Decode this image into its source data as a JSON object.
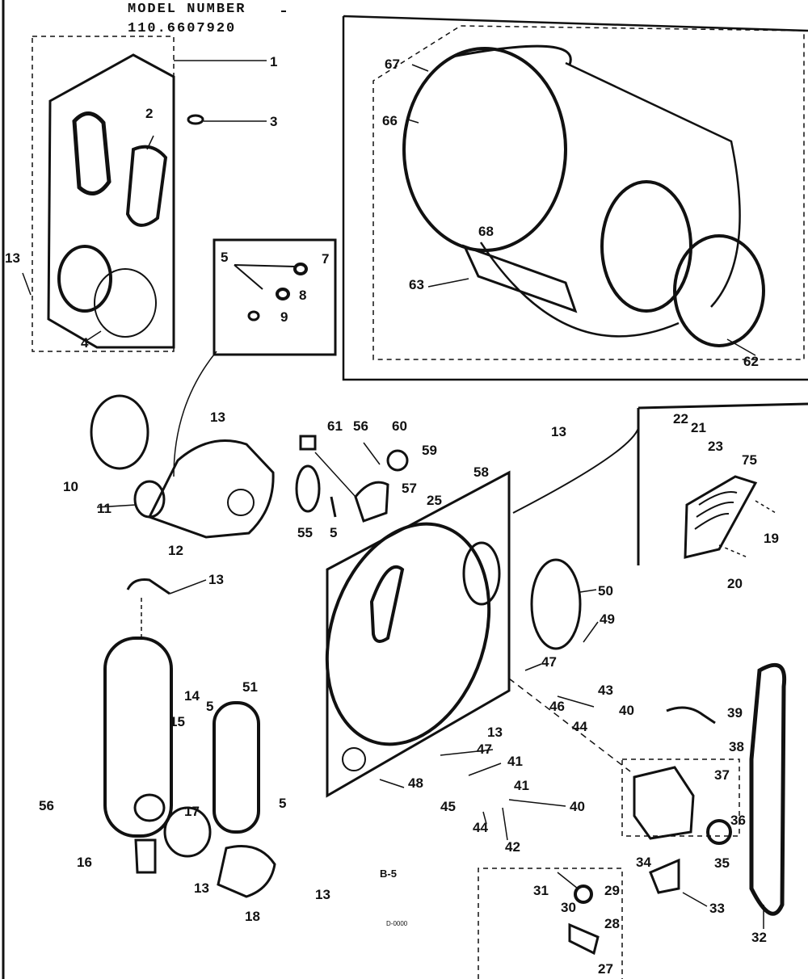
{
  "header": {
    "model_label": "MODEL NUMBER",
    "model_number": "110.6607920"
  },
  "diagram": {
    "page_code": "B-5",
    "drawing_code": "D-0000",
    "callouts": {
      "c1": "1",
      "c2": "2",
      "c3": "3",
      "c4": "4",
      "c13a": "13",
      "c5a": "5",
      "c7": "7",
      "c8": "8",
      "c9": "9",
      "c67": "67",
      "c66": "66",
      "c68": "68",
      "c63": "63",
      "c62": "62",
      "c10": "10",
      "c11": "11",
      "c12": "12",
      "c13b": "13",
      "c13c": "13",
      "c61": "61",
      "c56a": "56",
      "c60": "60",
      "c59": "59",
      "c58": "58",
      "c57": "57",
      "c25": "25",
      "c55": "55",
      "c5b": "5",
      "c13d": "13",
      "c22": "22",
      "c21": "21",
      "c23": "23",
      "c75": "75",
      "c19": "19",
      "c20": "20",
      "c50": "50",
      "c49": "49",
      "c47a": "47",
      "c46": "46",
      "c43": "43",
      "c44a": "44",
      "c40a": "40",
      "c13e": "13",
      "c47b": "47",
      "c41a": "41",
      "c45": "45",
      "c41b": "41",
      "c40b": "40",
      "c44b": "44",
      "c42": "42",
      "c48": "48",
      "c39": "39",
      "c38": "38",
      "c37": "37",
      "c36": "36",
      "c35": "35",
      "c34": "34",
      "c33": "33",
      "c32": "32",
      "c31": "31",
      "c29": "29",
      "c30": "30",
      "c28": "28",
      "c27": "27",
      "c14": "14",
      "c15": "15",
      "c5c": "5",
      "c51": "51",
      "c56b": "56",
      "c5d": "5",
      "c17": "17",
      "c16": "16",
      "c13f": "13",
      "c13g": "13",
      "c18": "18"
    }
  }
}
